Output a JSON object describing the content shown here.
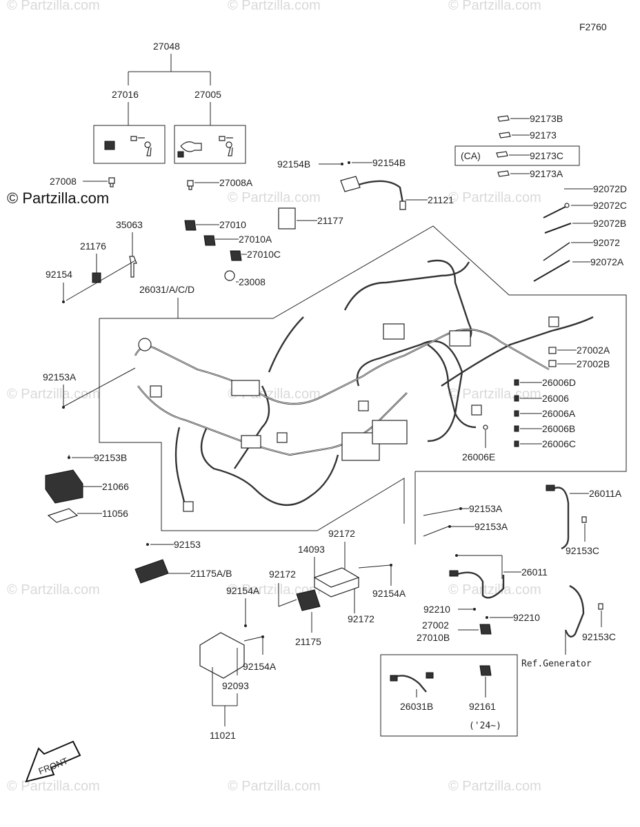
{
  "figure_code": "F2760",
  "brand": "© Partzilla.com",
  "watermark": "© Partzilla.com",
  "front_label": "FRONT",
  "labels": {
    "l27048": "27048",
    "l27016": "27016",
    "l27005": "27005",
    "l27008": "27008",
    "l27008A": "27008A",
    "l35063": "35063",
    "l21176": "21176",
    "l92154": "92154",
    "l27010": "27010",
    "l27010A": "27010A",
    "l27010C": "27010C",
    "l23008": "23008",
    "l21177": "21177",
    "l92154B_left": "92154B",
    "l92154B_right": "92154B",
    "l21121": "21121",
    "l92173B": "92173B",
    "l92173": "92173",
    "lCA": "(CA)",
    "l92173C": "92173C",
    "l92173A": "92173A",
    "l92072D": "92072D",
    "l92072C": "92072C",
    "l92072B": "92072B",
    "l92072": "92072",
    "l92072A": "92072A",
    "l26031ACD": "26031/A/C/D",
    "l92153A_left": "92153A",
    "l27002A": "27002A",
    "l27002B": "27002B",
    "l26006D": "26006D",
    "l26006": "26006",
    "l26006A": "26006A",
    "l26006B": "26006B",
    "l26006C": "26006C",
    "l26006E": "26006E",
    "l92153B": "92153B",
    "l21066": "21066",
    "l11056": "11056",
    "l92153A_r1": "92153A",
    "l92153A_r2": "92153A",
    "l26011A": "26011A",
    "l92153C_1": "92153C",
    "l92153": "92153",
    "l21175AB": "21175A/B",
    "l92172_top": "92172",
    "l14093": "14093",
    "l92172_left": "92172",
    "l92154A_left": "92154A",
    "l92154A_right": "92154A",
    "l92172_bottom": "92172",
    "l21175": "21175",
    "l26011": "26011",
    "l92210_left": "92210",
    "l92210_right": "92210",
    "l27002": "27002",
    "l27010B": "27010B",
    "l92153C_2": "92153C",
    "l92154A_bottom": "92154A",
    "l92093": "92093",
    "l11021": "11021",
    "lRefGen": "Ref.Generator",
    "l26031B": "26031B",
    "l92161": "92161",
    "l24": "('24~)"
  }
}
